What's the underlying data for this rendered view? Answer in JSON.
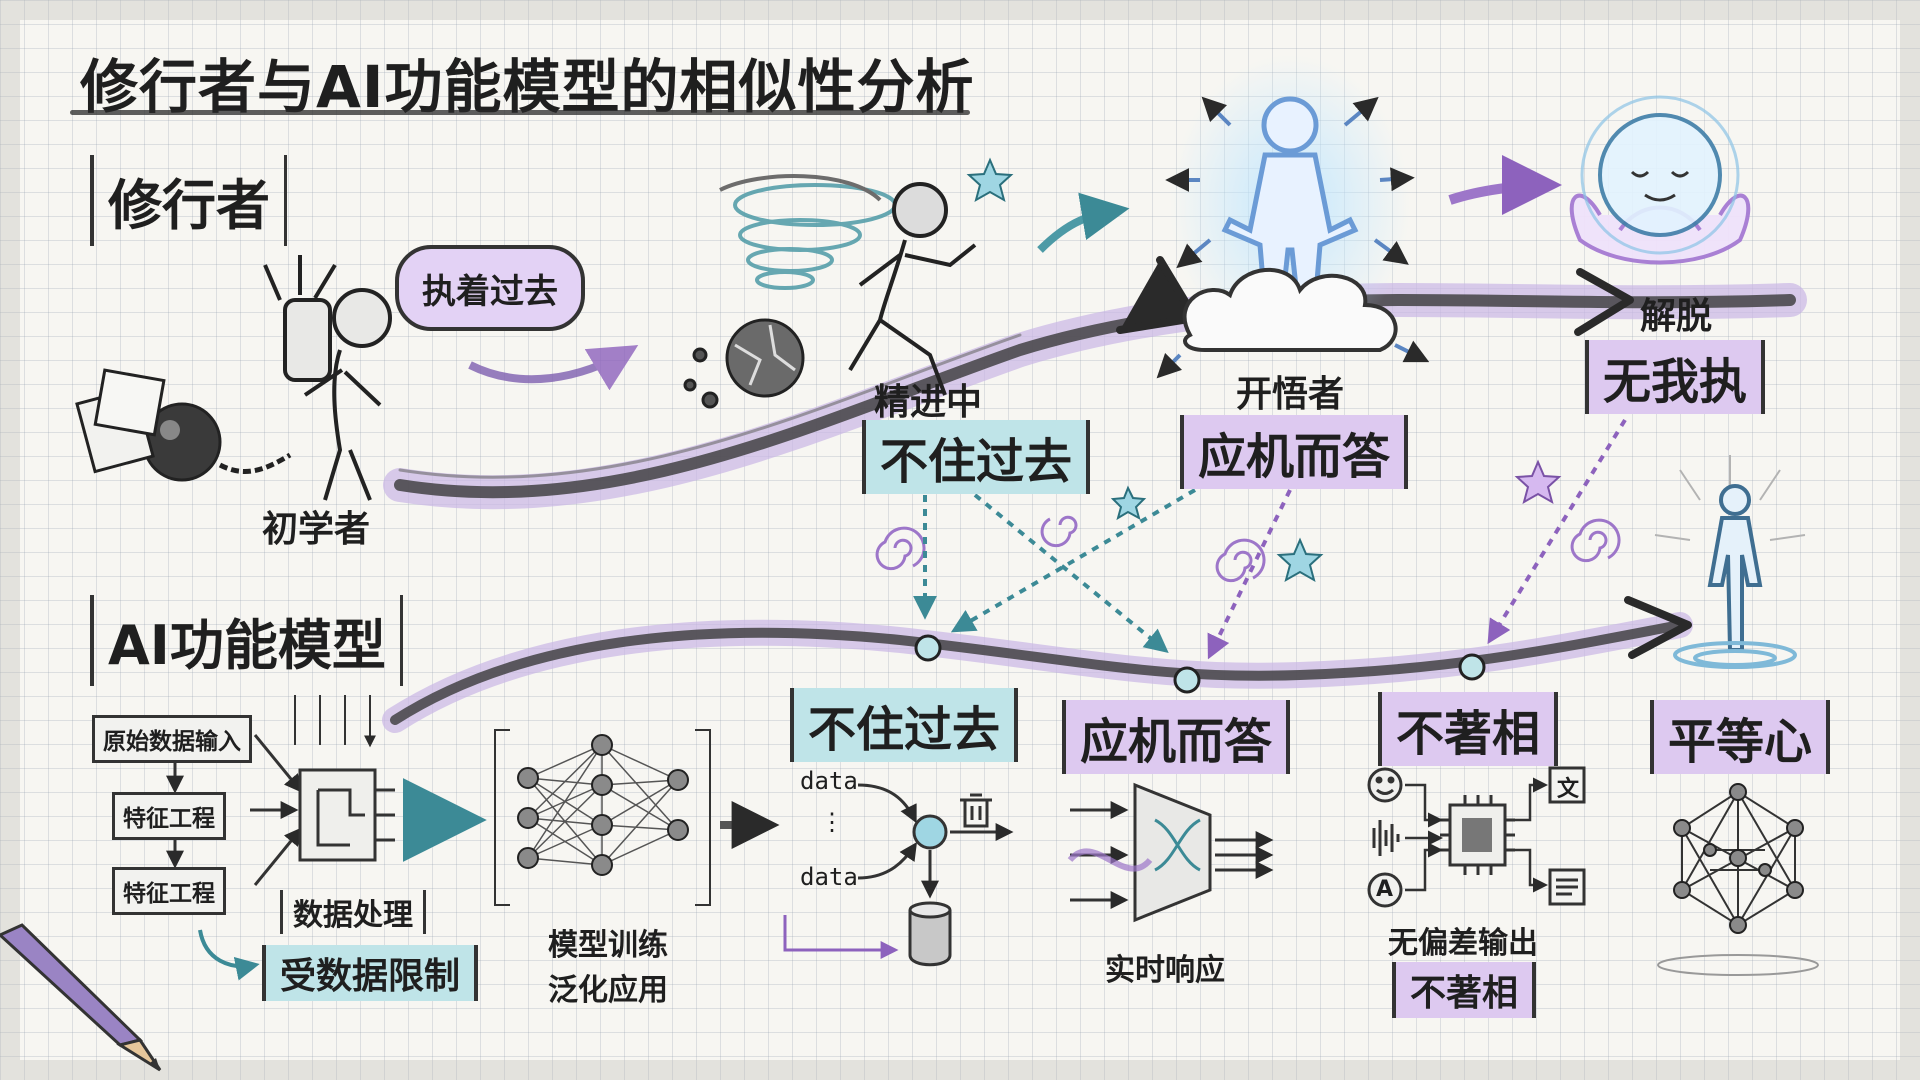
{
  "title": "修行者与AI功能模型的相似性分析",
  "sections": {
    "practitioner": "修行者",
    "ai_model": "AI功能模型"
  },
  "practitioner_path": {
    "beginner": {
      "label": "初学者",
      "speech": "执着过去"
    },
    "progressing": {
      "label": "精进中",
      "principle": "不住过去"
    },
    "enlightened": {
      "label": "开悟者",
      "principle": "应机而答"
    },
    "liberated": {
      "label": "解脱",
      "principle": "无我执"
    }
  },
  "ai_path": {
    "input_boxes": [
      "原始数据输入",
      "特征工程",
      "特征工程"
    ],
    "data_processing": "数据处理",
    "data_limited": "受数据限制",
    "training": [
      "模型训练",
      "泛化应用"
    ],
    "not_dwelling": "不住过去",
    "data_label_1": "data",
    "data_dots": "⋮",
    "data_label_2": "data",
    "responding": "应机而答",
    "realtime": "实时响应",
    "non_attachment": "不著相",
    "unbiased_output": "无偏差输出",
    "non_attachment_2": "不著相",
    "equanimity": "平等心",
    "text_glyph": "文",
    "audio_glyph": "A"
  },
  "colors": {
    "teal_highlight": "#bfe4e8",
    "purple_highlight": "#ddc9f0",
    "teal_arrow": "#4d9aa6",
    "purple_arrow": "#9d76c9",
    "ink": "#1f1f1f"
  },
  "icons": [
    "ball-and-chain-icon",
    "walking-figure-icon",
    "running-figure-icon",
    "tornado-icon",
    "breaking-globe-icon",
    "radiant-figure-icon",
    "cloud-icon",
    "lotus-icon",
    "serene-face-icon",
    "standing-figure-icon",
    "neural-network-icon",
    "trash-icon",
    "database-icon",
    "funnel-icon",
    "chip-icon",
    "document-icon",
    "star-icon",
    "spiral-icon",
    "pencil-icon"
  ]
}
